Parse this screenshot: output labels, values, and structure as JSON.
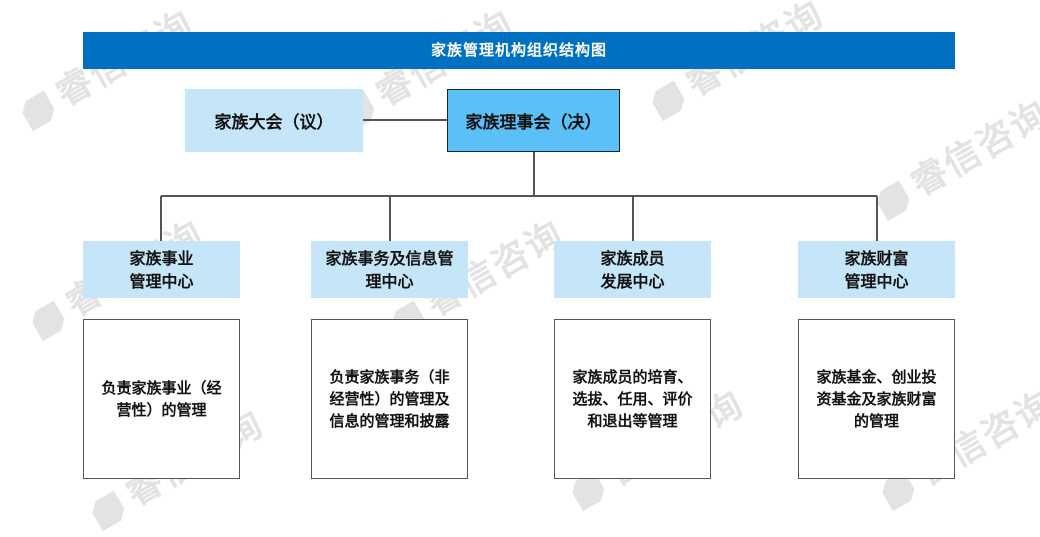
{
  "title": "家族管理机构组织结构图",
  "watermark": "睿信咨询",
  "assembly": "家族大会（议）",
  "council": "家族理事会（决）",
  "centers": [
    {
      "name": "家族事业\n管理中心",
      "desc": "负责家族事业（经\n营性）的管理"
    },
    {
      "name": "家族事务及信息管\n理中心",
      "desc": "负责家族事务（非\n经营性）的管理及\n信息的管理和披露"
    },
    {
      "name": "家族成员\n发展中心",
      "desc": "家族成员的培育、\n选拔、任用、评价\n和退出等管理"
    },
    {
      "name": "家族财富\n管理中心",
      "desc": "家族基金、创业投\n资基金及家族财富\n的管理"
    }
  ],
  "colors": {
    "title_bar": "#0070c0",
    "council": "#5bc0f8",
    "light_box": "#c5e5f8"
  }
}
